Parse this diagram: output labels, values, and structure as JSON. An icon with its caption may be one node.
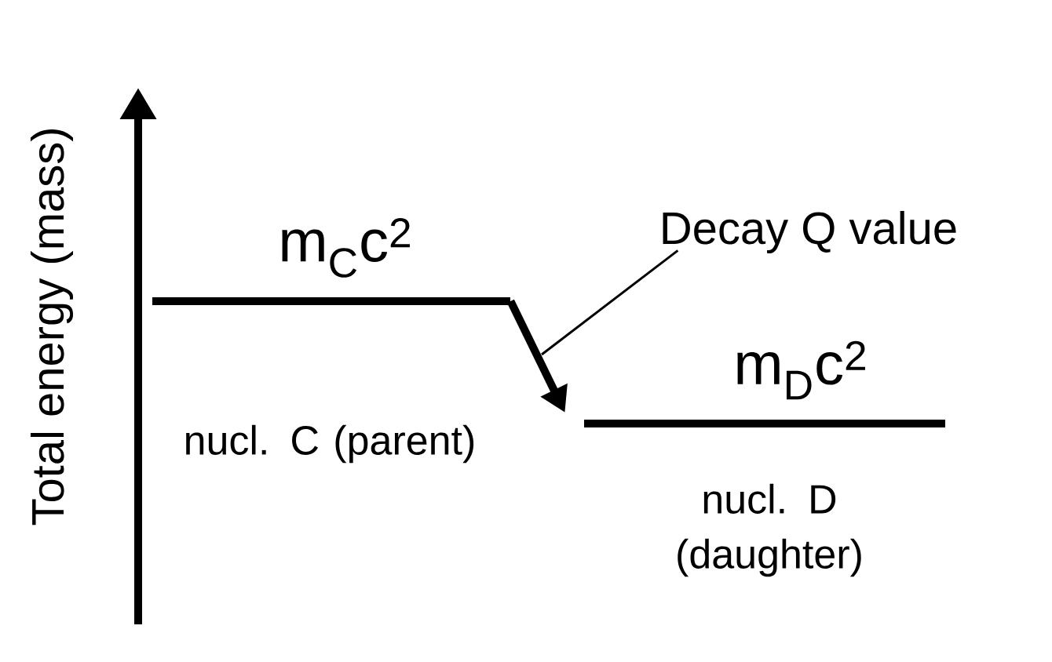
{
  "diagram": {
    "nodes": [
      {
        "text": [
          "m$_{C}$c$^{2}$",
          "nucl. C (parent)"
        ]
      },
      {
        "text": [
          "m$_{D}$c$^{2}$",
          "nucl. D (daughter)"
        ]
      },
      {
        "text": [
          "Decay Q value"
        ]
      }
    ],
    "edges": [
      {
        "from": 0,
        "to": 1,
        "arrow": "to",
        "style": "thick"
      },
      {
        "from": 2,
        "to": null,
        "arrow": "none"
      }
    ],
    "labels": [
      "Total energy (mass)"
    ]
  }
}
